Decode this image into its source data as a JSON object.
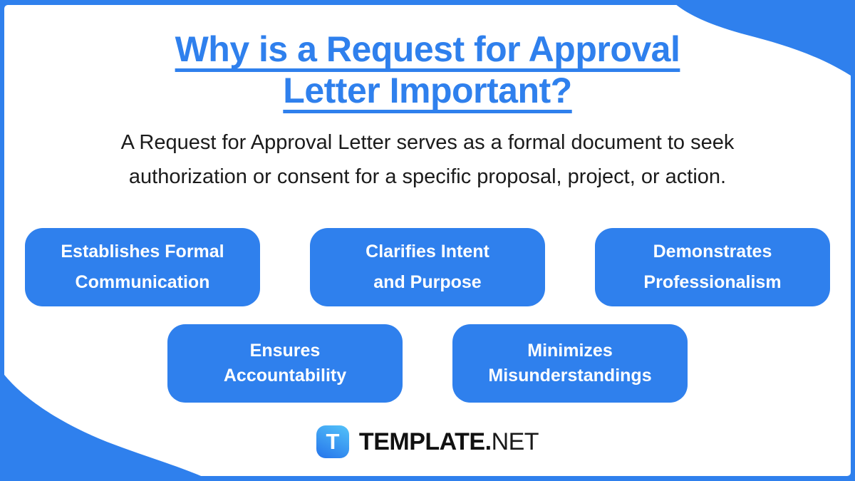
{
  "header": {
    "title_line1": "Why is a Request for Approval",
    "title_line2": "Letter Important?",
    "description_line1": "A Request for Approval Letter serves as a formal document to seek",
    "description_line2": "authorization or consent for a specific proposal, project, or action."
  },
  "benefits": [
    {
      "line1": "Establishes Formal",
      "line2": "Communication"
    },
    {
      "line1": "Clarifies Intent",
      "line2": "and Purpose"
    },
    {
      "line1": "Demonstrates",
      "line2": "Professionalism"
    },
    {
      "line1": "Ensures",
      "line2": "Accountability"
    },
    {
      "line1": "Minimizes",
      "line2": "Misunderstandings"
    }
  ],
  "footer": {
    "logo_letter": "T",
    "brand_name": "TEMPLATE",
    "brand_separator": ".",
    "brand_tld": "NET"
  },
  "icons": {
    "logo_icon": "template-t-icon"
  },
  "colors": {
    "frame_blue": "#2f80ed",
    "title_blue": "#2f80ed",
    "box_blue": "#2f80ed",
    "logo_gradient_top": "#54c3f9",
    "logo_gradient_bottom": "#2574eb",
    "text_dark": "#1b1b1b",
    "background_white": "#ffffff"
  }
}
